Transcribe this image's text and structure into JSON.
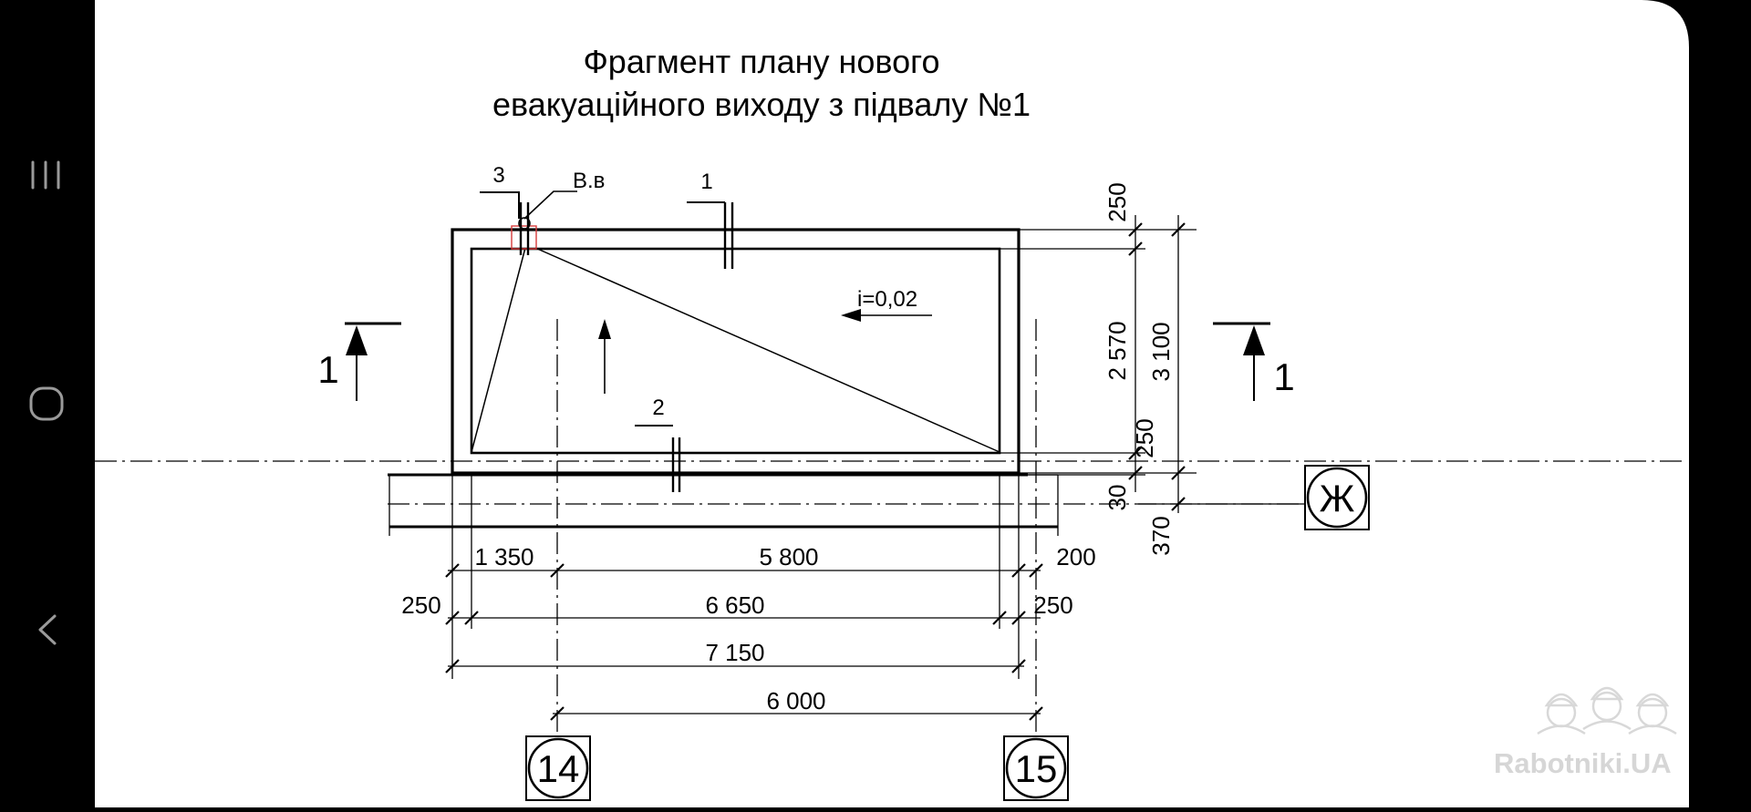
{
  "drawing": {
    "title_line1": "Фрагмент плану нового",
    "title_line2": "евакуаційного виходу з підвалу №1",
    "callout_3": "3",
    "callout_vv": "В.в",
    "callout_1": "1",
    "callout_2": "2",
    "slope": "i=0,02",
    "section_mark": "1",
    "axis_zh": "Ж",
    "axis_14": "14",
    "axis_15": "15",
    "dims_horizontal": {
      "d1350": "1 350",
      "d5800": "5 800",
      "d200": "200",
      "d250_left": "250",
      "d6650": "6 650",
      "d250_right": "250",
      "d7150": "7 150",
      "d6000": "6 000"
    },
    "dims_vertical": {
      "d250_top": "250",
      "d2570": "2 570",
      "d3100": "3 100",
      "d250_bottom": "250",
      "d30": "30",
      "d370": "370"
    }
  },
  "nav_bar": {
    "recent_icon": "recent-apps-icon",
    "home_icon": "home-icon",
    "back_icon": "back-icon"
  },
  "watermark": {
    "text": "Rabotniki.UA",
    "icon": "builders-helmets-icon"
  }
}
